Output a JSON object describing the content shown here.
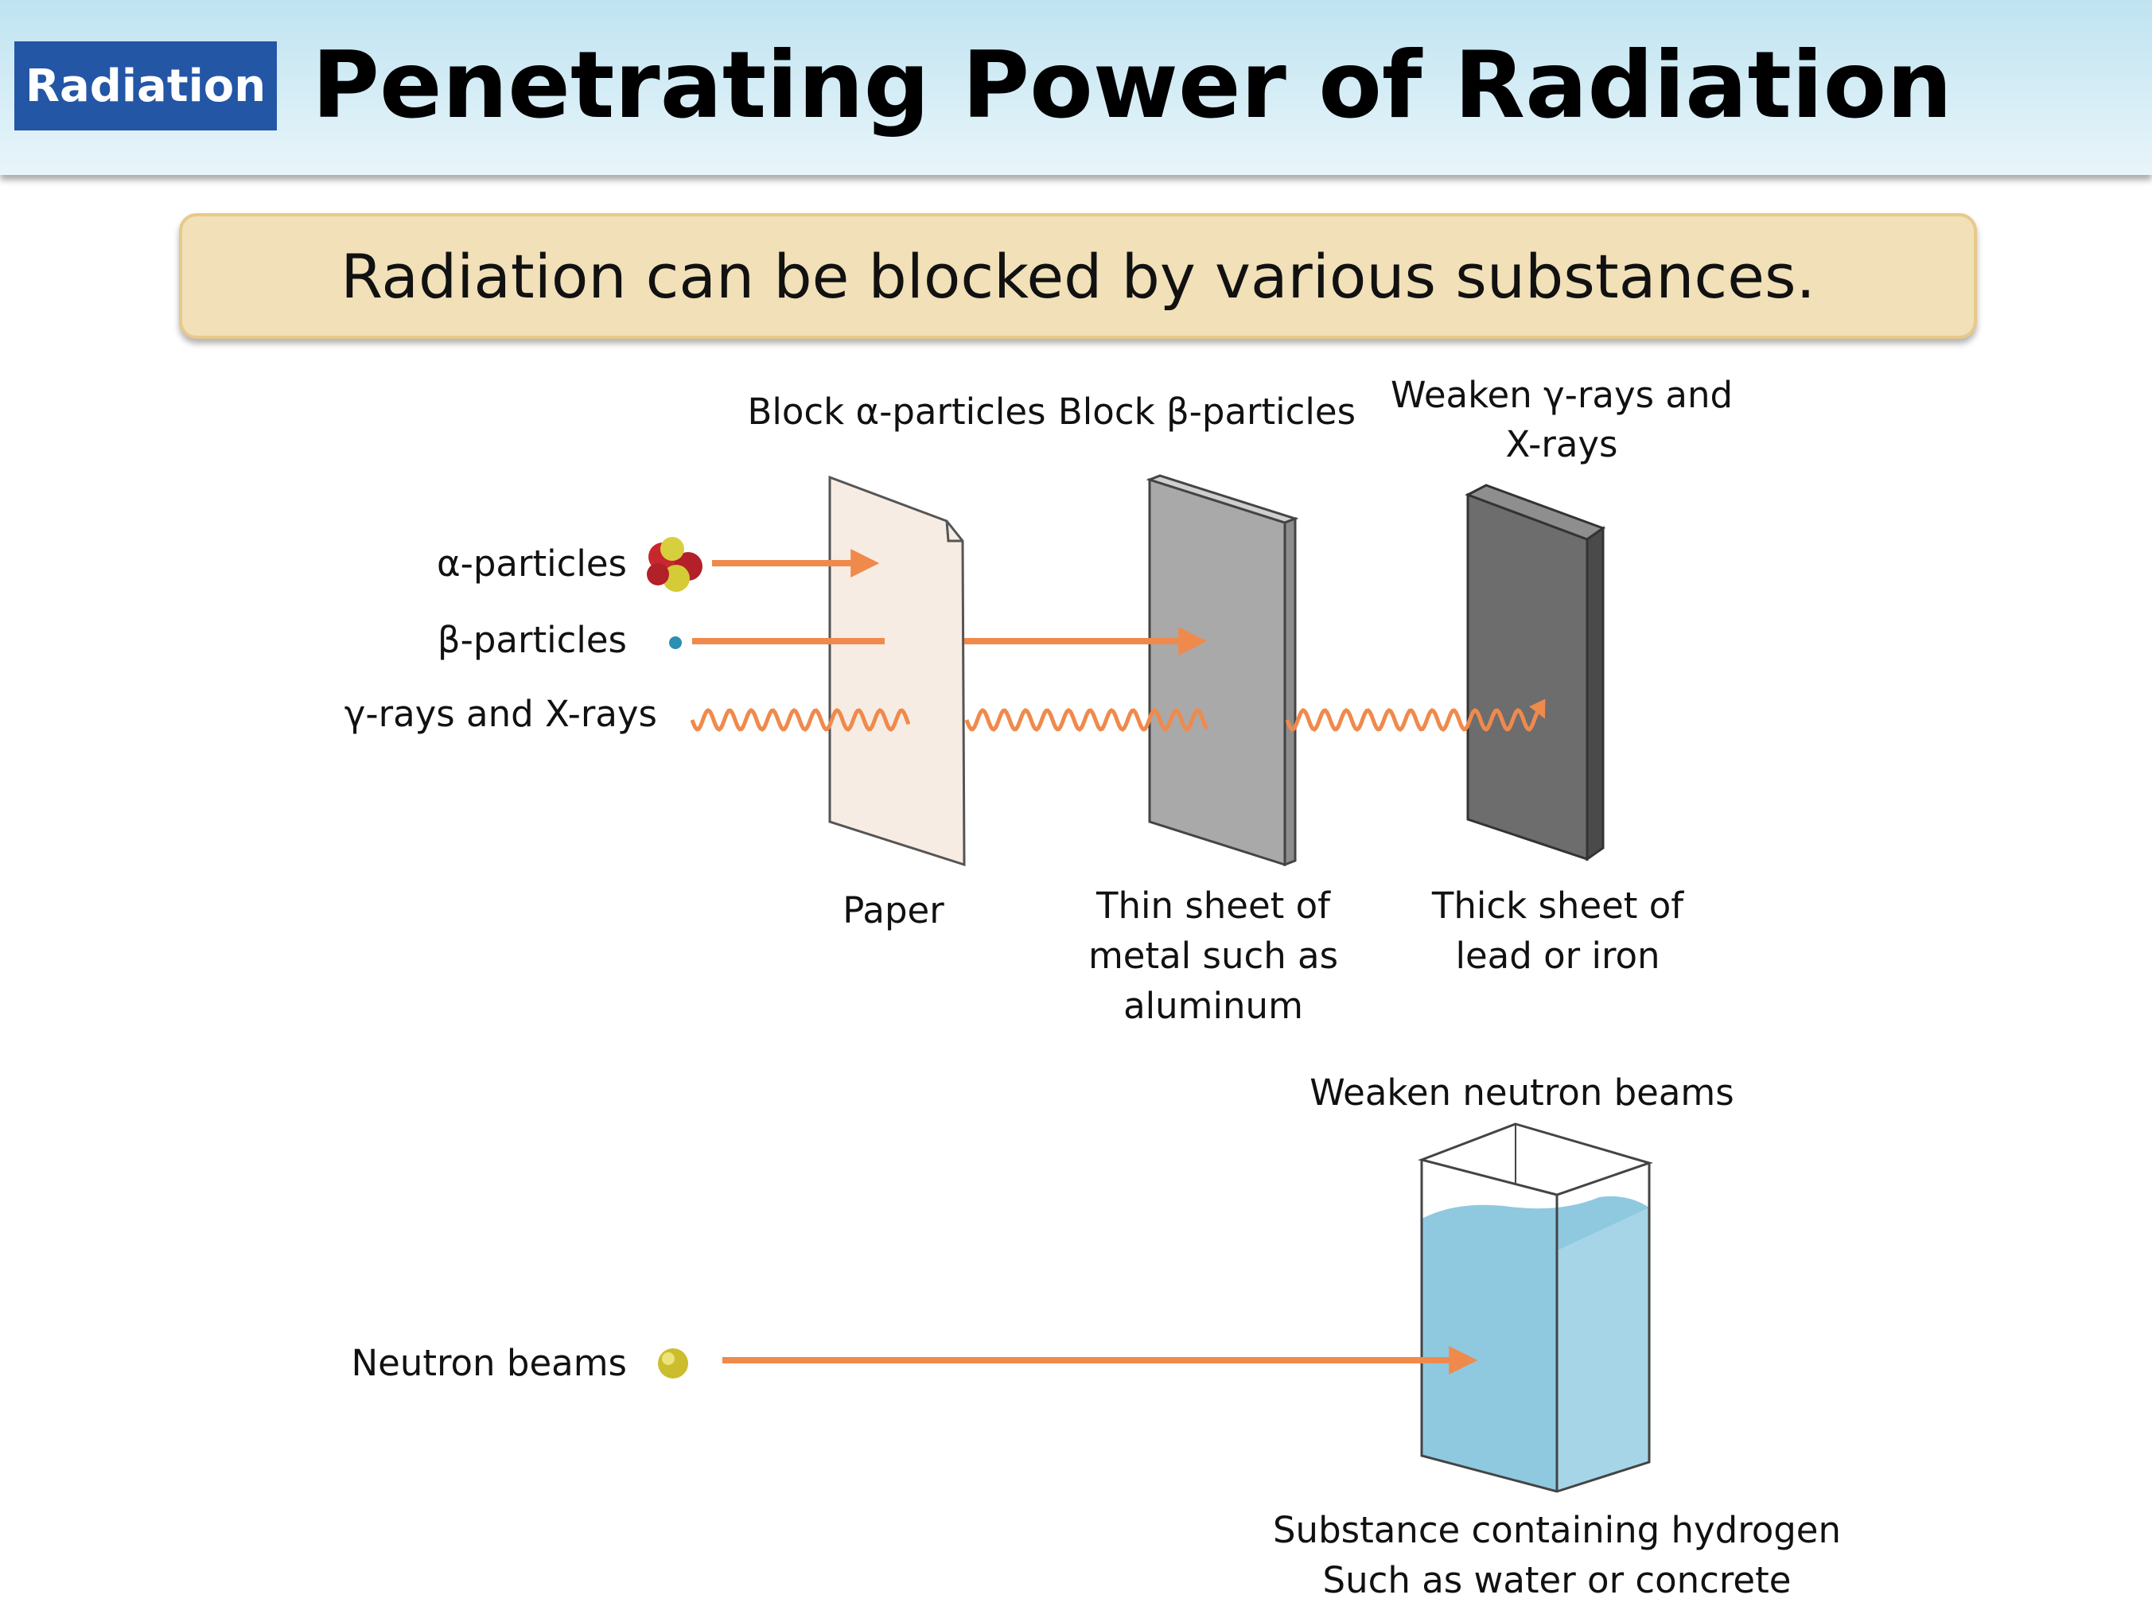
{
  "header": {
    "badge": "Radiation",
    "title": "Penetrating Power of Radiation"
  },
  "banner": "Radiation can be blocked by various substances.",
  "barriers": {
    "paper": {
      "top_label": "Block α-particles",
      "bottom_label": "Paper"
    },
    "aluminum": {
      "top_label": "Block β-particles",
      "bottom_label": [
        "Thin sheet of",
        "metal such as",
        "aluminum"
      ]
    },
    "lead": {
      "top_label": [
        "Weaken γ-rays and",
        "X-rays"
      ],
      "bottom_label": [
        "Thick sheet of",
        "lead or iron"
      ]
    },
    "water": {
      "top_label": "Weaken neutron beams",
      "bottom_label": [
        "Substance containing hydrogen",
        "Such as water or concrete"
      ]
    }
  },
  "rays": {
    "alpha": "α-particles",
    "beta": "β-particles",
    "gamma": "γ-rays and X-rays",
    "neutron": "Neutron beams"
  },
  "colors": {
    "arrow": "#ef8a4c",
    "paper": "#f7ece3",
    "aluminum": "#a9a9a9",
    "lead": "#6d6d6d",
    "water": "#8ec9e0",
    "badge": "#2456a6",
    "banner": "#f1e0b8"
  }
}
